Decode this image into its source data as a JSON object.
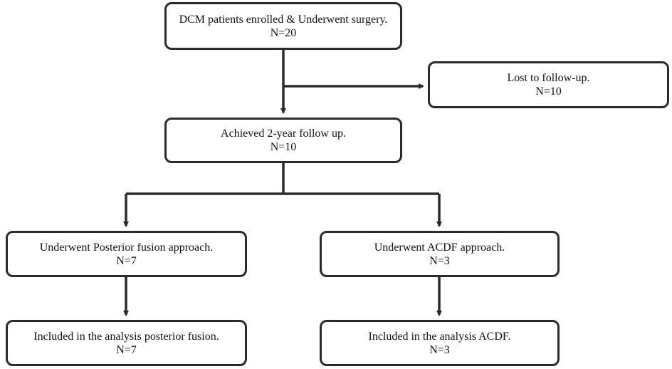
{
  "flowchart": {
    "enrolled": {
      "title": "DCM patients enrolled & Underwent surgery.",
      "count": "N=20"
    },
    "lost": {
      "title": "Lost to follow-up.",
      "count": "N=10"
    },
    "followup": {
      "title": "Achieved 2-year follow up.",
      "count": "N=10"
    },
    "posterior": {
      "title": "Underwent Posterior fusion approach.",
      "count": "N=7"
    },
    "acdf": {
      "title": "Underwent ACDF approach.",
      "count": "N=3"
    },
    "posterior_included": {
      "title": "Included in the analysis posterior fusion.",
      "count": "N=7"
    },
    "acdf_included": {
      "title": "Included in the analysis ACDF.",
      "count": "N=3"
    }
  },
  "colors": {
    "line": "#2b2b2b",
    "text": "#111111",
    "background": "#ffffff"
  }
}
